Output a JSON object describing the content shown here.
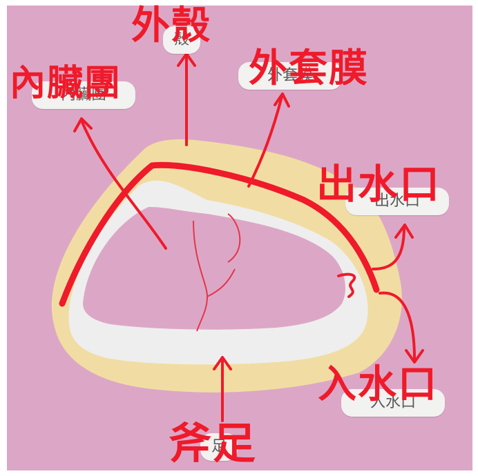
{
  "labels": {
    "outer_shell": "外殼",
    "visceral_mass": "內臟團",
    "mantle": "外套膜",
    "excurrent_siphon": "出水口",
    "incurrent_siphon": "入水口",
    "foot": "斧足"
  },
  "tags": {
    "outer_shell": "殼",
    "visceral_mass": "內臟團",
    "mantle": "外套膜",
    "excurrent_siphon": "出水口",
    "incurrent_siphon": "入水口",
    "foot": "足"
  },
  "colors": {
    "background": "#dca7c6",
    "shell": "#f1dda3",
    "inner": "#eeeeee",
    "annotation": "#ef1a2a"
  }
}
